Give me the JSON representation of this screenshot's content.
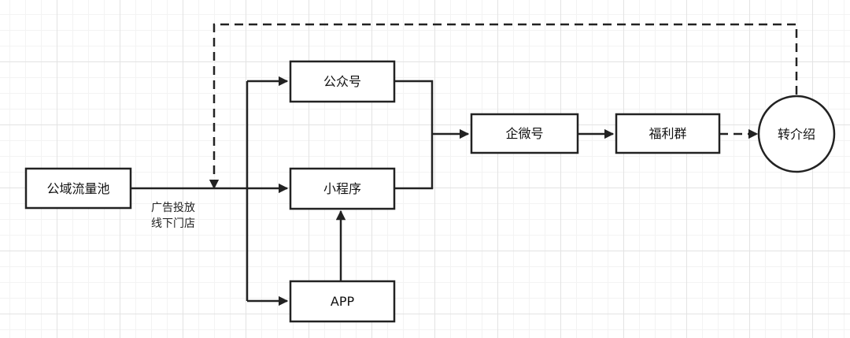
{
  "nodes": {
    "public_pool": "公域流量池",
    "official_account": "公众号",
    "mini_program": "小程序",
    "app": "APP",
    "wecom": "企微号",
    "welfare_group": "福利群",
    "referral": "转介绍"
  },
  "edge_labels": {
    "ads": "广告投放",
    "offline_store": "线下门店"
  },
  "colors": {
    "stroke": "#222222",
    "fill": "#ffffff",
    "grid": "#e3e3e3"
  }
}
